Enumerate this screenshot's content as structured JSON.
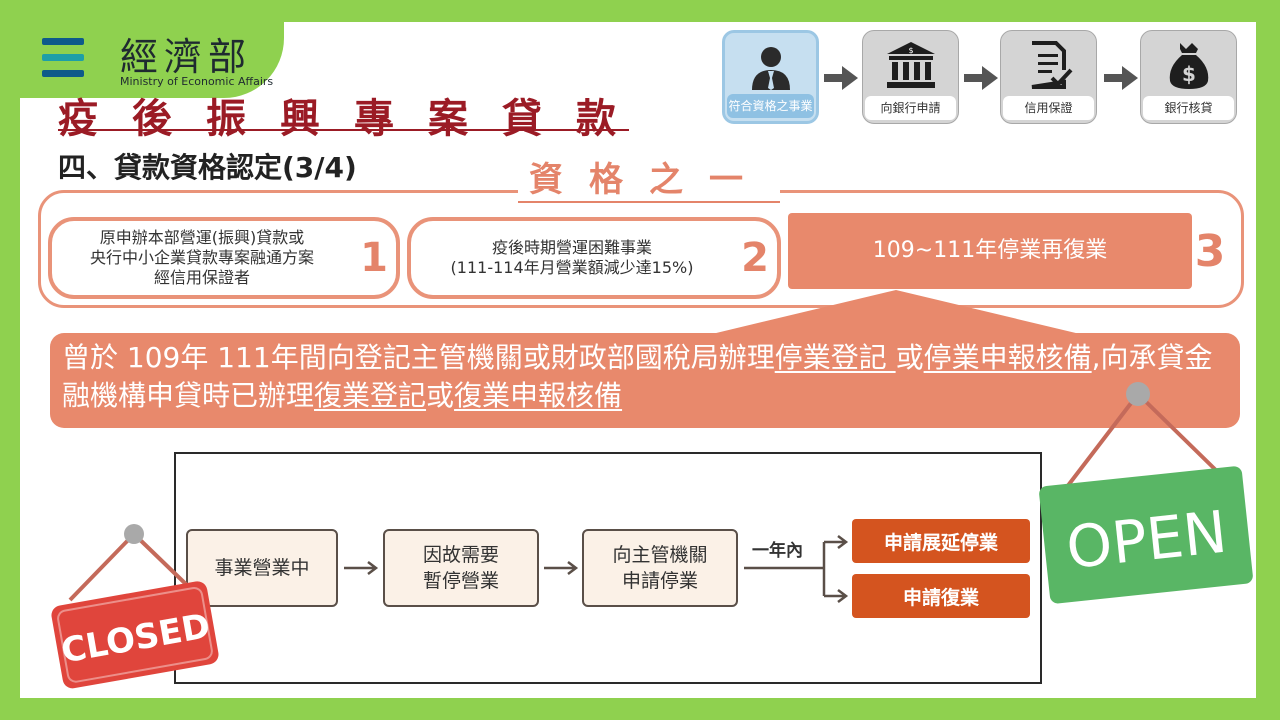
{
  "logo": {
    "cn": "經濟部",
    "en": "Ministry of Economic Affairs",
    "icon": "three-bars-logo-icon"
  },
  "title": "疫後振興專案貸款",
  "subtitle": "四、貸款資格認定(3/4)",
  "steps": [
    {
      "label": "符合資格之事業",
      "icon": "person-icon",
      "active": true
    },
    {
      "label": "向銀行申請",
      "icon": "bank-icon",
      "active": false
    },
    {
      "label": "信用保證",
      "icon": "document-check-icon",
      "active": false
    },
    {
      "label": "銀行核貸",
      "icon": "money-bag-icon",
      "active": false
    }
  ],
  "qualification": {
    "heading": "資格之一",
    "items": [
      {
        "lines": [
          "原申辦本部營運(振興)貸款或",
          "央行中小企業貸款專案融通方案",
          "經信用保證者"
        ],
        "num": "1"
      },
      {
        "lines": [
          "疫後時期營運困難事業",
          "(111-114年月營業額減少達15%)"
        ],
        "num": "2"
      },
      {
        "text": "109~111年停業再復業",
        "num": "3"
      }
    ]
  },
  "callout": {
    "p1": "曾於 109年 111年間向登記主管機關或財政部國稅局辦理",
    "u1": "停業登記 ",
    "p2": "或",
    "u2": "停業申報核備",
    "p3": ",向承貸金融機構申貸時已辦理",
    "u3": "復業登記",
    "p4": "或",
    "u4": "復業申報核備"
  },
  "flow": {
    "boxes": [
      "事業營業中",
      "因故需要\n暫停營業",
      "向主管機關\n申請停業"
    ],
    "branch_label": "一年內",
    "outcomes": [
      "申請展延停業",
      "申請復業"
    ]
  },
  "signs": {
    "closed": "CLOSED",
    "open": "OPEN"
  },
  "colors": {
    "background": "#8fd14f",
    "title": "#9b1b25",
    "salmon": "#e8896c",
    "outcome": "#d4541f",
    "open_sign": "#59b665",
    "closed_sign": "#e0453c"
  }
}
